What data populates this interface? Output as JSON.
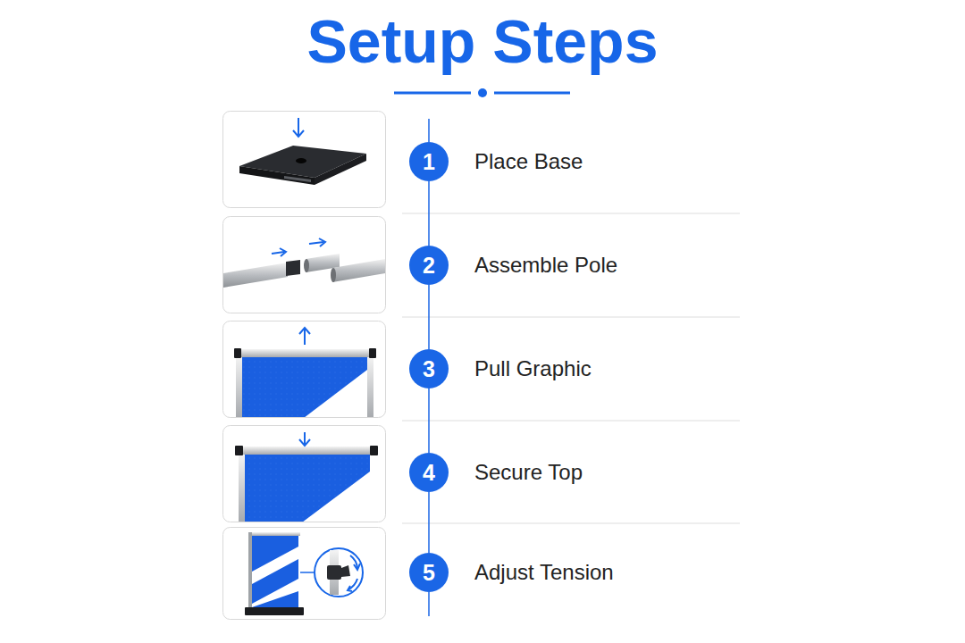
{
  "diagram": {
    "title": "Setup Steps",
    "nodes": [
      {
        "text": [
          "1"
        ]
      },
      {
        "text": [
          "2"
        ]
      },
      {
        "text": [
          "3"
        ]
      },
      {
        "text": [
          "4"
        ]
      },
      {
        "text": [
          "5"
        ]
      }
    ],
    "edges": [
      {
        "from": 0,
        "to": 1,
        "arrow": "none"
      },
      {
        "from": 1,
        "to": 2,
        "arrow": "none"
      },
      {
        "from": 2,
        "to": 3,
        "arrow": "none"
      },
      {
        "from": 3,
        "to": 4,
        "arrow": "none"
      }
    ],
    "labels": [
      "Place Base",
      "Assemble Pole",
      "Pull Graphic",
      "Secure Top",
      "Adjust Tension"
    ]
  }
}
